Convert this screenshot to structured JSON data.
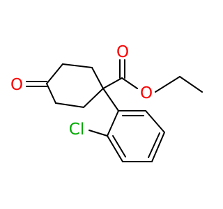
{
  "molecule": {
    "atoms": {
      "ketone_oxygen": {
        "symbol": "O",
        "color": "#ff0000"
      },
      "carbonyl_oxygen": {
        "symbol": "O",
        "color": "#ff0000"
      },
      "ester_oxygen": {
        "symbol": "O",
        "color": "#ff0000"
      },
      "chlorine": {
        "symbol": "Cl",
        "color": "#00aa00"
      }
    },
    "colors": {
      "bond": "#000000",
      "background": "#ffffff"
    }
  }
}
